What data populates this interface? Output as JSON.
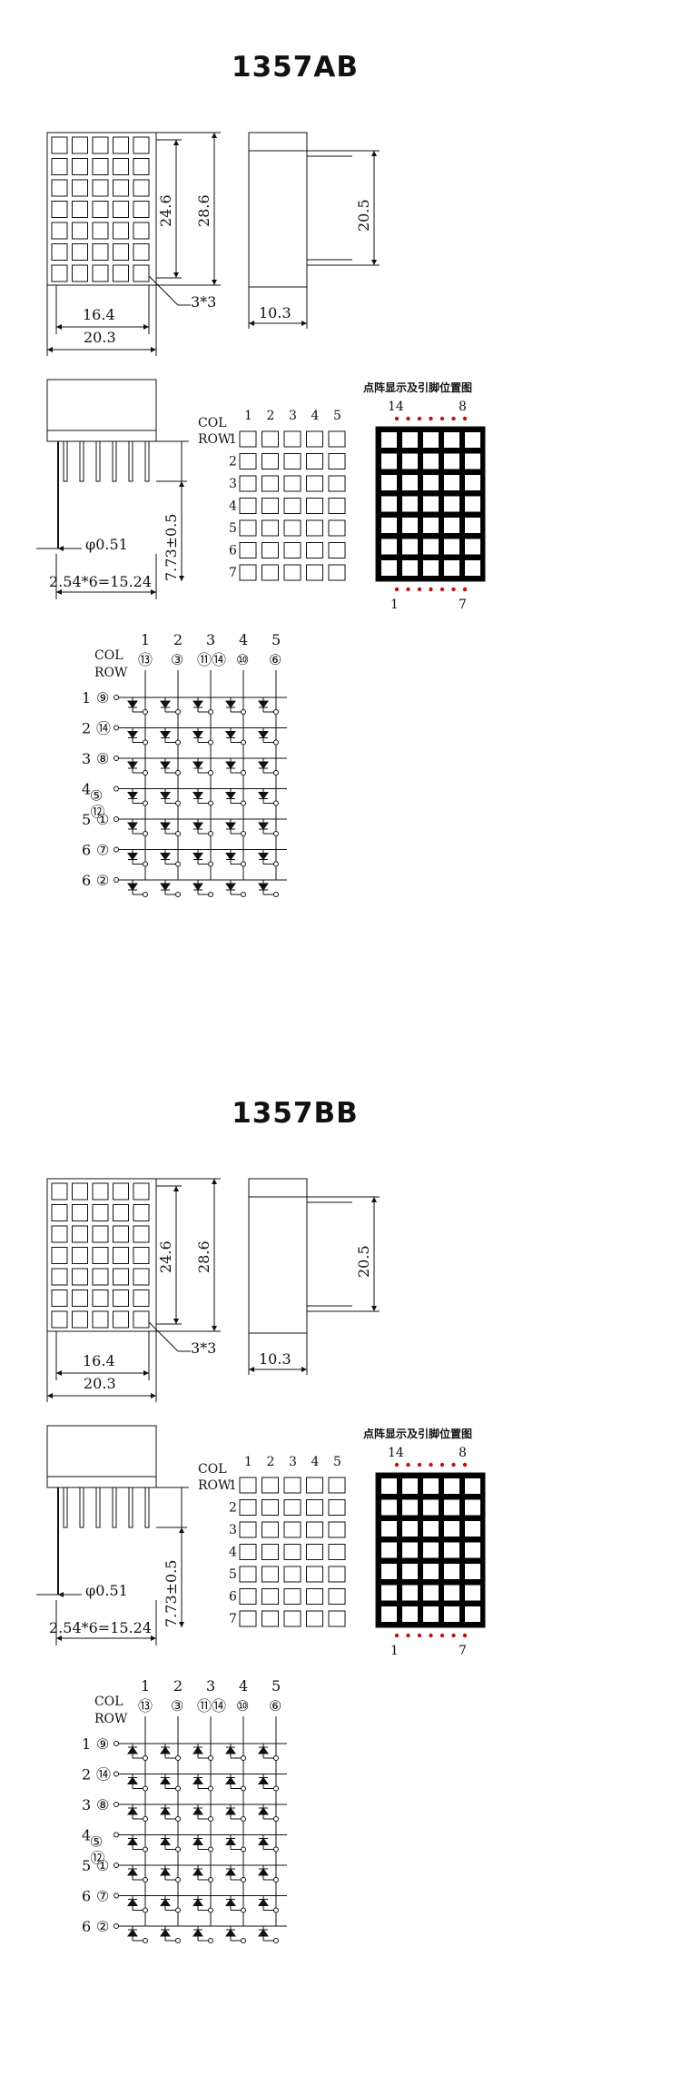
{
  "sheets": [
    {
      "id": "sheet-ab",
      "model": "1357AB",
      "diode": "anode-row",
      "dims": {
        "width": "20.3",
        "inner_width": "16.4",
        "height_inner": "24.6",
        "height": "28.6",
        "depth": "10.3",
        "depth_height": "20.5",
        "dot": "3*3",
        "pin_dia": "φ0.51",
        "pitch": "2.54*6=15.24",
        "pin_len": "7.73±0.5"
      },
      "pinout": {
        "col_label": "COL",
        "row_label": "ROW",
        "cols": [
          "1",
          "2",
          "3",
          "4",
          "5"
        ],
        "rows": [
          "1",
          "2",
          "3",
          "4",
          "5",
          "6",
          "7"
        ]
      },
      "pin_map": {
        "title": "点阵显示及引脚位置图",
        "top_left": "14",
        "top_right": "8",
        "bottom_left": "1",
        "bottom_right": "7"
      },
      "schematic": {
        "col_label": "COL",
        "row_label": "ROW",
        "cols": [
          {
            "num": "1",
            "pin": "⑬"
          },
          {
            "num": "2",
            "pin": "③"
          },
          {
            "num": "3",
            "pin": "⑪⑭"
          },
          {
            "num": "4",
            "pin": "⑩"
          },
          {
            "num": "5",
            "pin": "⑥"
          }
        ],
        "rows": [
          {
            "num": "1",
            "pin": "⑨"
          },
          {
            "num": "2",
            "pin": "⑭"
          },
          {
            "num": "3",
            "pin": "⑧"
          },
          {
            "num": "4",
            "pin": "⑤⑫"
          },
          {
            "num": "5",
            "pin": "①"
          },
          {
            "num": "6",
            "pin": "⑦"
          },
          {
            "num": "6",
            "pin": "②"
          }
        ]
      }
    },
    {
      "id": "sheet-bb",
      "model": "1357BB",
      "diode": "cathode-row",
      "dims": {
        "width": "20.3",
        "inner_width": "16.4",
        "height_inner": "24.6",
        "height": "28.6",
        "depth": "10.3",
        "depth_height": "20.5",
        "dot": "3*3",
        "pin_dia": "φ0.51",
        "pitch": "2.54*6=15.24",
        "pin_len": "7.73±0.5"
      },
      "pinout": {
        "col_label": "COL",
        "row_label": "ROW",
        "cols": [
          "1",
          "2",
          "3",
          "4",
          "5"
        ],
        "rows": [
          "1",
          "2",
          "3",
          "4",
          "5",
          "6",
          "7"
        ]
      },
      "pin_map": {
        "title": "点阵显示及引脚位置图",
        "top_left": "14",
        "top_right": "8",
        "bottom_left": "1",
        "bottom_right": "7"
      },
      "schematic": {
        "col_label": "COL",
        "row_label": "ROW",
        "cols": [
          {
            "num": "1",
            "pin": "⑬"
          },
          {
            "num": "2",
            "pin": "③"
          },
          {
            "num": "3",
            "pin": "⑪⑭"
          },
          {
            "num": "4",
            "pin": "⑩"
          },
          {
            "num": "5",
            "pin": "⑥"
          }
        ],
        "rows": [
          {
            "num": "1",
            "pin": "⑨"
          },
          {
            "num": "2",
            "pin": "⑭"
          },
          {
            "num": "3",
            "pin": "⑧"
          },
          {
            "num": "4",
            "pin": "⑤⑫"
          },
          {
            "num": "5",
            "pin": "①"
          },
          {
            "num": "6",
            "pin": "⑦"
          },
          {
            "num": "6",
            "pin": "②"
          }
        ]
      }
    }
  ]
}
